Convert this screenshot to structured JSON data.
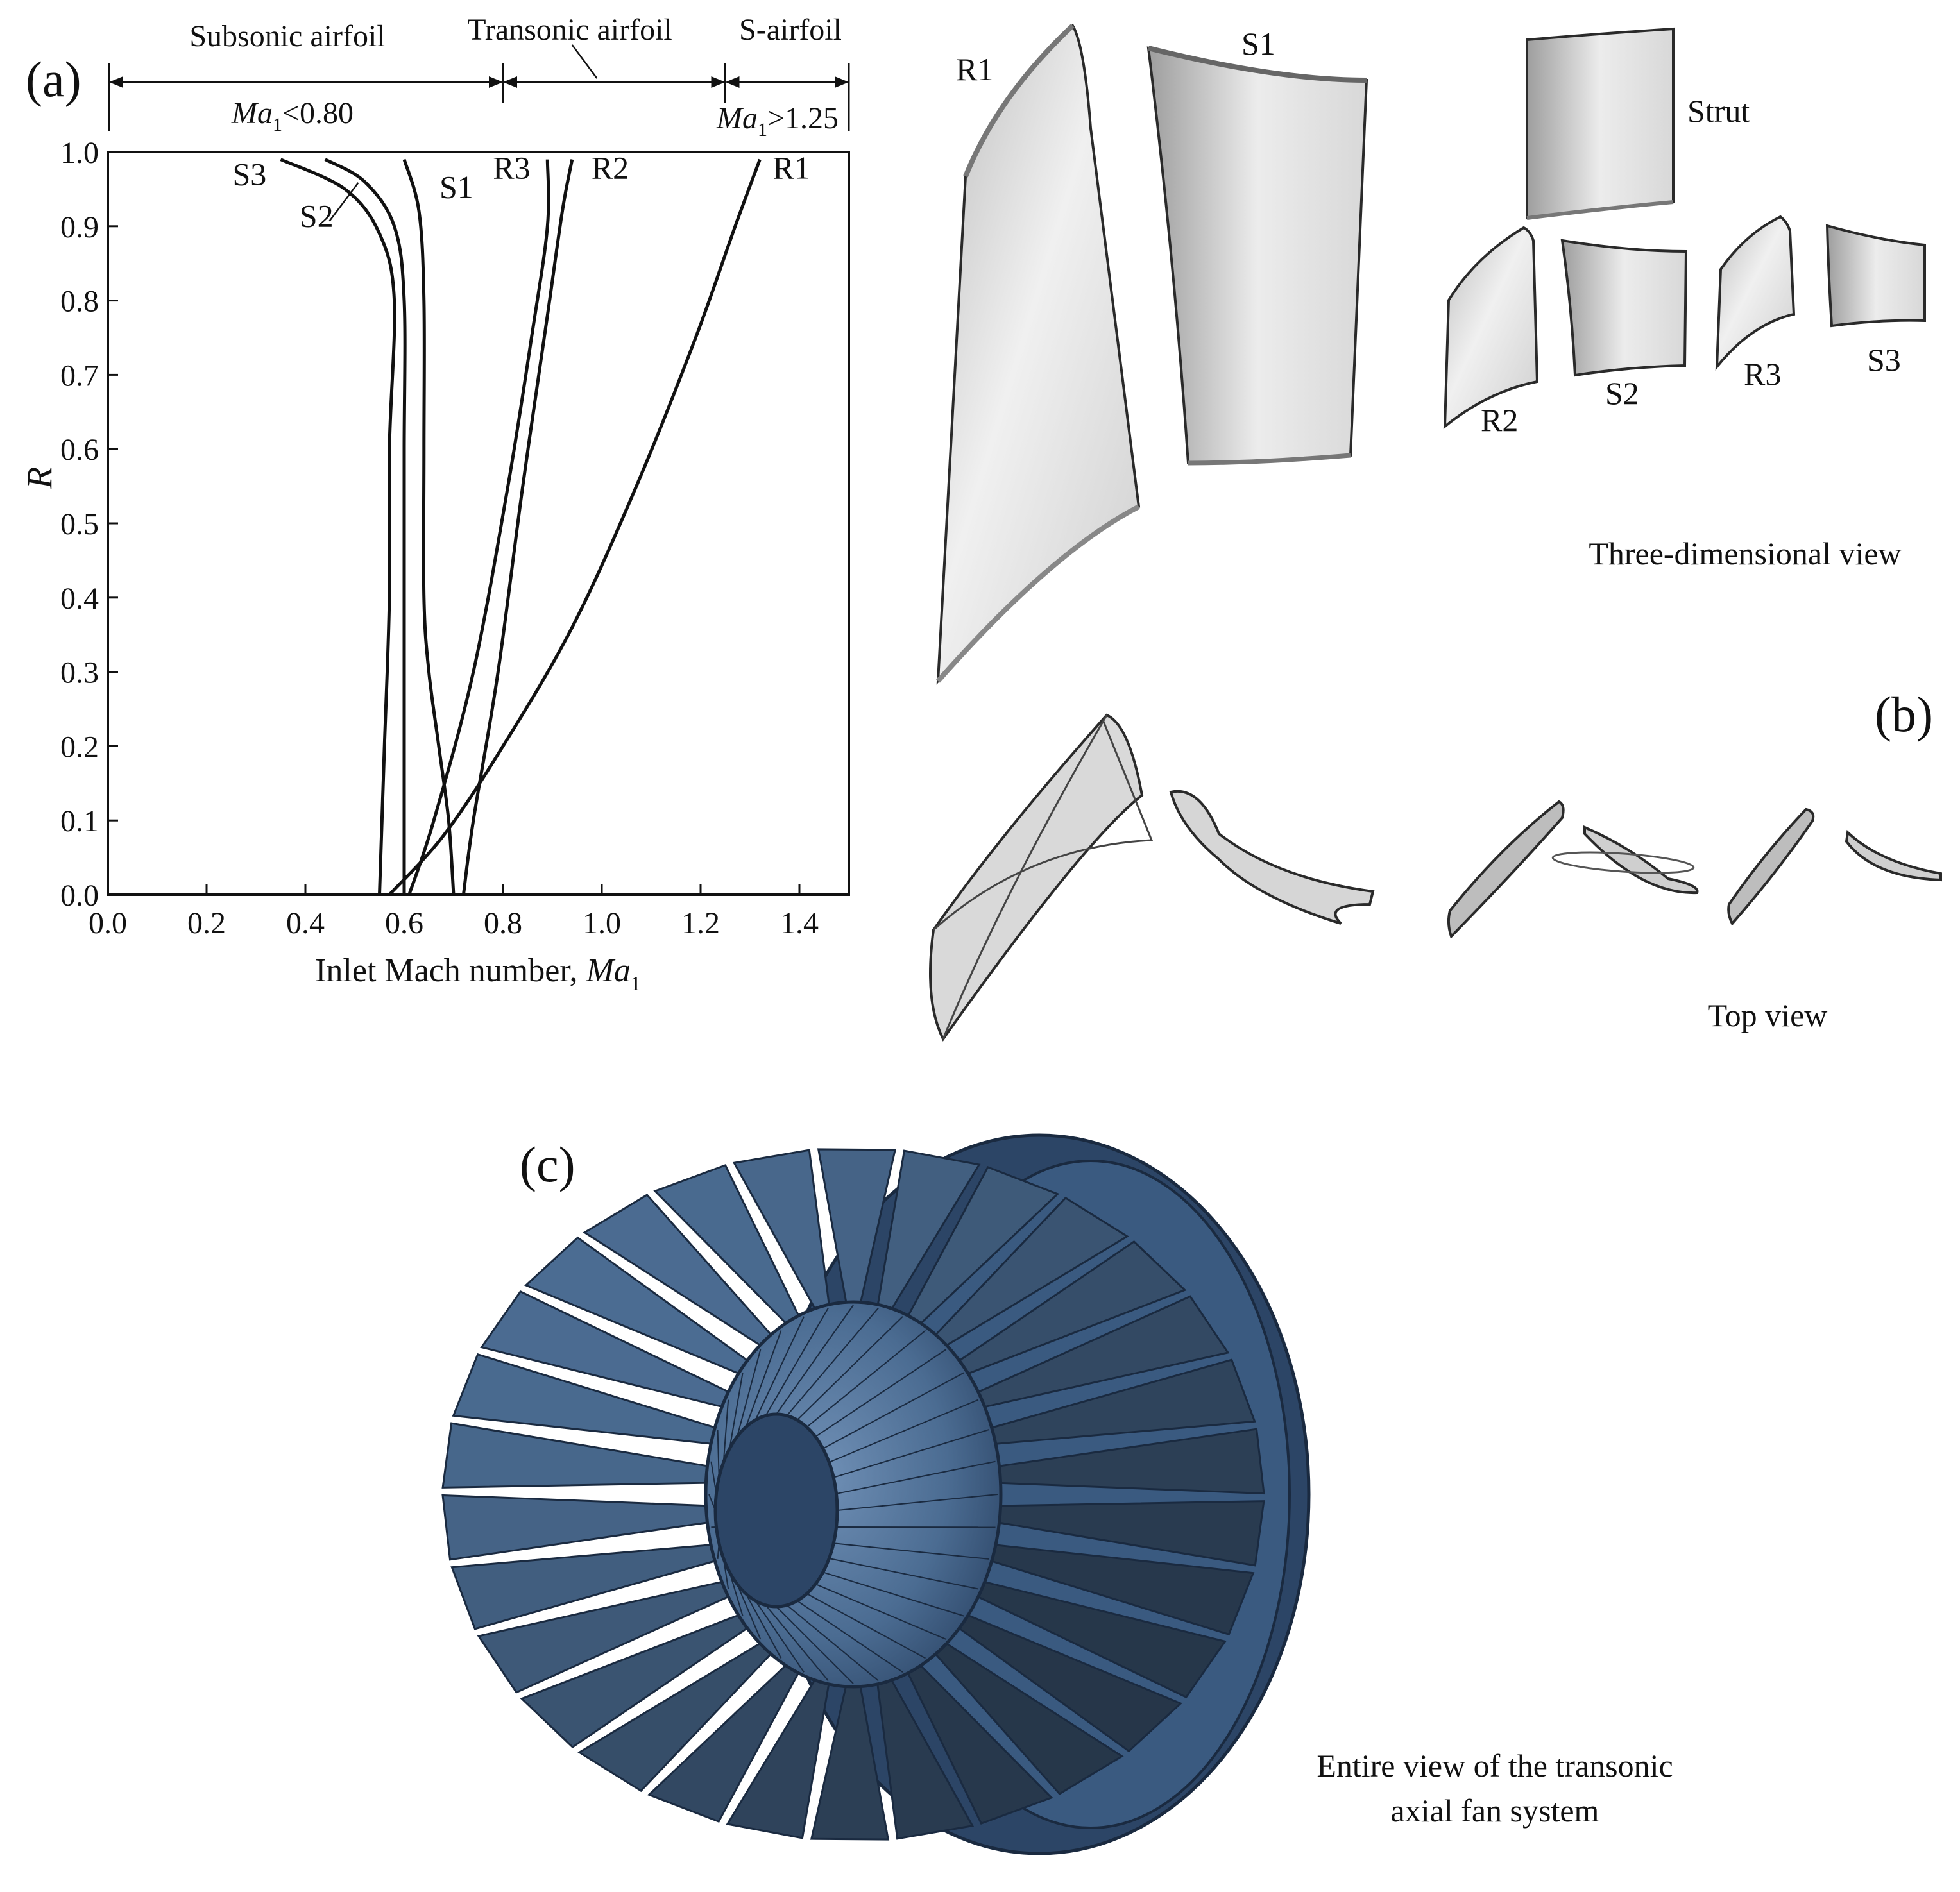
{
  "panel_labels": {
    "a": "(a)",
    "b": "(b)",
    "c": "(c)"
  },
  "regions": {
    "subsonic": "Subsonic airfoil",
    "transonic": "Transonic airfoil",
    "s_airfoil": "S-airfoil",
    "low_ma_sym": "Ma",
    "low_ma_sub": "1",
    "low_ma_rest": "<0.80",
    "high_ma_sym": "Ma",
    "high_ma_sub": "1",
    "high_ma_rest": ">1.25"
  },
  "axes": {
    "x_label_main": "Inlet Mach number, ",
    "x_label_sym": "Ma",
    "x_label_sub": "1",
    "y_label": "R"
  },
  "blade_labels": {
    "R1": "R1",
    "S1": "S1",
    "Strut": "Strut",
    "R2": "R2",
    "S2": "S2",
    "R3": "R3",
    "S3": "S3"
  },
  "view_labels": {
    "three_d": "Three-dimensional view",
    "top": "Top view",
    "entire_line1": "Entire view of the transonic",
    "entire_line2": "axial fan system"
  },
  "colors": {
    "curve": "#111111",
    "blade_fill": "#e4e4e4",
    "blade_edge": "#2a2a2a",
    "fan_blue": "#4b6c92",
    "fan_dark": "#2c4566",
    "fan_edge": "#1a2a40"
  },
  "chart_data": {
    "type": "line",
    "xlim": [
      0.0,
      1.5
    ],
    "ylim": [
      0.0,
      1.0
    ],
    "xticks": [
      "0.0",
      "0.2",
      "0.4",
      "0.6",
      "0.8",
      "1.0",
      "1.2",
      "1.4"
    ],
    "yticks": [
      "0.0",
      "0.1",
      "0.2",
      "0.3",
      "0.4",
      "0.5",
      "0.6",
      "0.7",
      "0.8",
      "0.9",
      "1.0"
    ],
    "grid": false,
    "region_boundaries": [
      0.8,
      1.25
    ],
    "series": [
      {
        "name": "R1",
        "points": [
          [
            0.57,
            0.0
          ],
          [
            0.68,
            0.08
          ],
          [
            0.8,
            0.2
          ],
          [
            0.94,
            0.36
          ],
          [
            1.07,
            0.55
          ],
          [
            1.19,
            0.75
          ],
          [
            1.27,
            0.9
          ],
          [
            1.32,
            0.99
          ]
        ]
      },
      {
        "name": "R2",
        "points": [
          [
            0.72,
            0.0
          ],
          [
            0.74,
            0.1
          ],
          [
            0.79,
            0.3
          ],
          [
            0.84,
            0.55
          ],
          [
            0.89,
            0.78
          ],
          [
            0.92,
            0.92
          ],
          [
            0.94,
            0.99
          ]
        ]
      },
      {
        "name": "R3",
        "points": [
          [
            0.61,
            0.0
          ],
          [
            0.66,
            0.1
          ],
          [
            0.74,
            0.3
          ],
          [
            0.81,
            0.55
          ],
          [
            0.86,
            0.76
          ],
          [
            0.89,
            0.9
          ],
          [
            0.89,
            0.99
          ]
        ]
      },
      {
        "name": "S1",
        "points": [
          [
            0.7,
            0.0
          ],
          [
            0.69,
            0.1
          ],
          [
            0.67,
            0.2
          ],
          [
            0.65,
            0.3
          ],
          [
            0.64,
            0.4
          ],
          [
            0.64,
            0.6
          ],
          [
            0.64,
            0.8
          ],
          [
            0.63,
            0.92
          ],
          [
            0.6,
            0.99
          ]
        ]
      },
      {
        "name": "S2",
        "points": [
          [
            0.6,
            0.0
          ],
          [
            0.6,
            0.2
          ],
          [
            0.6,
            0.4
          ],
          [
            0.6,
            0.6
          ],
          [
            0.6,
            0.8
          ],
          [
            0.58,
            0.9
          ],
          [
            0.52,
            0.96
          ],
          [
            0.44,
            0.99
          ]
        ]
      },
      {
        "name": "S3",
        "points": [
          [
            0.55,
            0.0
          ],
          [
            0.56,
            0.2
          ],
          [
            0.57,
            0.4
          ],
          [
            0.57,
            0.6
          ],
          [
            0.58,
            0.8
          ],
          [
            0.55,
            0.89
          ],
          [
            0.48,
            0.95
          ],
          [
            0.35,
            0.99
          ]
        ]
      }
    ]
  }
}
